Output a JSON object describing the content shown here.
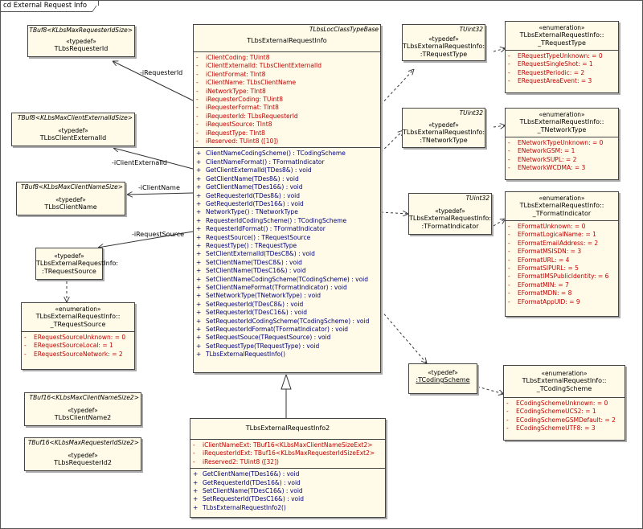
{
  "frame": {
    "title": "cd External Request Info"
  },
  "typedefs": {
    "requester_id": {
      "template": "TBuf8<KLbsMaxRequesterIdSize>",
      "stereotype": "«typedef»",
      "name": "TLbsRequesterId"
    },
    "client_external_id": {
      "template": "TBuf8<KLbsMaxClientExternalIdSize>",
      "stereotype": "«typedef»",
      "name": "TLbsClientExternalId"
    },
    "client_name": {
      "template": "TBuf8<KLbsMaxClientNameSize>",
      "stereotype": "«typedef»",
      "name": "TLbsClientName"
    },
    "request_source": {
      "stereotype": "«typedef»",
      "name_line1": "TLbsExternalRequestInfo:",
      "name_line2": ":TRequestSource"
    },
    "client_name2": {
      "template": "TBuf16<KLbsMaxClientNameSize2>",
      "stereotype": "«typedef»",
      "name": "TLbsClientName2"
    },
    "requester_id2": {
      "template": "TBuf16<KLbsMaxRequesterIdSize2>",
      "stereotype": "«typedef»",
      "name": "TLbsRequesterId2"
    },
    "request_type": {
      "template": "TUint32",
      "stereotype": "«typedef»",
      "name_line1": "TLbsExternalRequestInfo:",
      "name_line2": ":TRequestType"
    },
    "network_type": {
      "template": "TUint32",
      "stereotype": "«typedef»",
      "name_line1": "TLbsExternalRequestInfo:",
      "name_line2": ":TNetworkType"
    },
    "format_indicator": {
      "template": "TUint32",
      "stereotype": "«typedef»",
      "name_line1": "TLbsExternalRequestInfo:",
      "name_line2": ":TFormatIndicator"
    },
    "coding_scheme": {
      "stereotype": "«typedef»",
      "name": ":TCodingScheme"
    }
  },
  "main_class": {
    "template": "TLbsLocClassTypeBase",
    "name": "TLbsExternalRequestInfo",
    "attributes": [
      "iClientCoding:  TUint8",
      "iClientExternalId:  TLbsClientExternalId",
      "iClientFormat:  TInt8",
      "iClientName:  TLbsClientName",
      "iNetworkType:  TInt8",
      "iRequesterCoding:  TUint8",
      "iRequesterFormat:  TInt8",
      "iRequesterId:  TLbsRequesterId",
      "iRequestSource:  TInt8",
      "iRequestType:  TInt8",
      "iReserved:  TUint8 ([10])"
    ],
    "operations": [
      "ClientNameCodingScheme() : TCodingScheme",
      "ClientNameFormat() : TFormatIndicator",
      "GetClientExternalId(TDes8&) : void",
      "GetClientName(TDes8&) : void",
      "GetClientName(TDes16&) : void",
      "GetRequesterId(TDes8&) : void",
      "GetRequesterId(TDes16&) : void",
      "NetworkType() : TNetworkType",
      "RequesterIdCodingScheme() : TCodingScheme",
      "RequesterIdFormat() : TFormatIndicator",
      "RequestSource() : TRequestSource",
      "RequestType() : TRequestType",
      "SetClientExternalId(TDesC8&) : void",
      "SetClientName(TDesC8&) : void",
      "SetClientName(TDesC16&) : void",
      "SetClientNameCodingScheme(TCodingScheme) : void",
      "SetClientNameFormat(TFormatIndicator) : void",
      "SetNetworkType(TNetworkType) : void",
      "SetRequesterId(TDesC8&) : void",
      "SetRequesterId(TDesC16&) : void",
      "SetRequesterIdCodingScheme(TCodingScheme) : void",
      "SetRequesterIdFormat(TFormatIndicator) : void",
      "SetRequestSouce(TRequestSource) : void",
      "SetRequestType(TRequestType) : void",
      "TLbsExternalRequestInfo()"
    ]
  },
  "class2": {
    "name": "TLbsExternalRequestInfo2",
    "attributes": [
      "iClientNameExt:  TBuf16<KLbsMaxClientNameSizeExt2>",
      "iRequesterIdExt:  TBuf16<KLbsMaxRequesterIdSizeExt2>",
      "iReserved2:  TUint8 ([32])"
    ],
    "operations": [
      "GetClientName(TDes16&) : void",
      "GetRequesterId(TDes16&) : void",
      "SetClientName(TDesC16&) : void",
      "SetRequesterId(TDesC16&) : void",
      "TLbsExternalRequestInfo2()"
    ]
  },
  "enums": {
    "request_type": {
      "stereotype": "«enumeration»",
      "line1": "TLbsExternalRequestInfo::",
      "line2": "_TRequestType",
      "literals": [
        "ERequestTypeUnknown:  = 0",
        "ERequestSingleShot:  = 1",
        "ERequestPeriodic:  = 2",
        "ERequestAreaEvent:  = 3"
      ]
    },
    "network_type": {
      "stereotype": "«enumeration»",
      "line1": "TLbsExternalRequestInfo::",
      "line2": "_TNetworkType",
      "literals": [
        "ENetworkTypeUnknown:  = 0",
        "ENetworkGSM:  = 1",
        "ENetworkSUPL:  = 2",
        "ENetworkWCDMA:  = 3"
      ]
    },
    "format_indicator": {
      "stereotype": "«enumeration»",
      "line1": "TLbsExternalRequestInfo::",
      "line2": "_TFormatIndicator",
      "literals": [
        "EFormatUnknown:  = 0",
        "EFormatLogicalName:  = 1",
        "EFormatEmailAddress:  = 2",
        "EFormatMSISDN:  = 3",
        "EFormatURL:  = 4",
        "EFormatSIPURL:  = 5",
        "EFormatIMSPublicIdentity:  = 6",
        "EFormatMIN:  = 7",
        "EFormatMDN:  = 8",
        "EFormatAppUID:  = 9"
      ]
    },
    "coding_scheme": {
      "stereotype": "«enumeration»",
      "line1": "TLbsExternalRequestInfo::",
      "line2": "_TCodingScheme",
      "literals": [
        "ECodingSchemeUnknown:  = 0",
        "ECodingSchemeUCS2:  = 1",
        "ECodingSchemeGSMDefault:  = 2",
        "ECodingSchemeUTF8:  = 3"
      ]
    },
    "request_source": {
      "stereotype": "«enumeration»",
      "line1": "TLbsExternalRequestInfo::",
      "line2": "_TRequestSource",
      "literals": [
        "ERequestSourceUnknown:  = 0",
        "ERequestSourceLocal:  = 1",
        "ERequestSourceNetwork:  = 2"
      ]
    }
  },
  "edge_labels": {
    "requester_id": "-iRequesterId",
    "client_external_id": "-iClientExternalId",
    "client_name": "-iClientName",
    "request_source": "-iRequestSource"
  },
  "symbols": {
    "private": "-",
    "public": "+"
  }
}
